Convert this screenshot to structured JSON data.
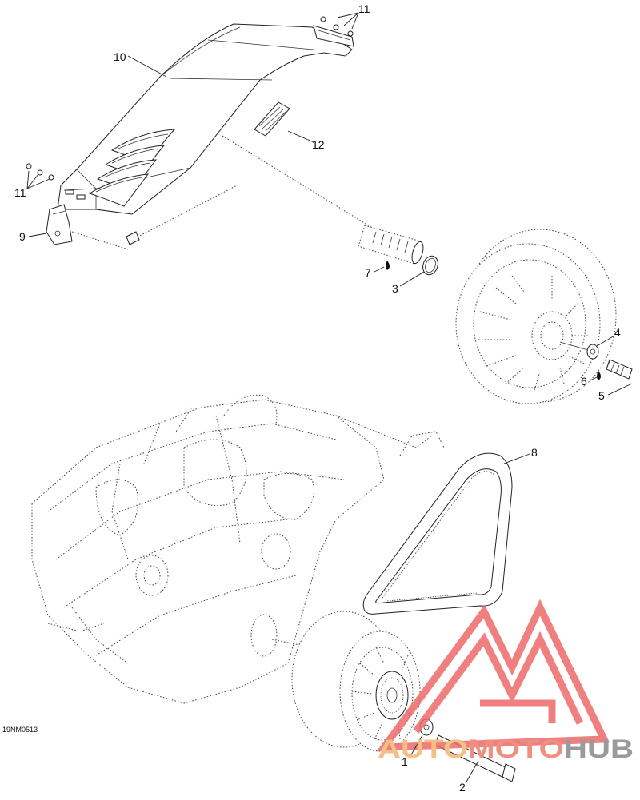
{
  "diagram": {
    "drawing_number": "19NM0513",
    "callouts": {
      "c1": "1",
      "c2": "2",
      "c3": "3",
      "c4": "4",
      "c5": "5",
      "c6": "6",
      "c7": "7",
      "c8": "8",
      "c9": "9",
      "c10": "10",
      "c11a": "11",
      "c11b": "11",
      "c12": "12"
    }
  },
  "watermark": {
    "part_auto": "AUTO",
    "part_moto": "MOTO",
    "part_hub": "HUB",
    "color_auto": "#f4c086",
    "color_moto": "#ef8f7f",
    "color_hub": "#9a9a9a",
    "logo_color": "#ee6a6a"
  }
}
